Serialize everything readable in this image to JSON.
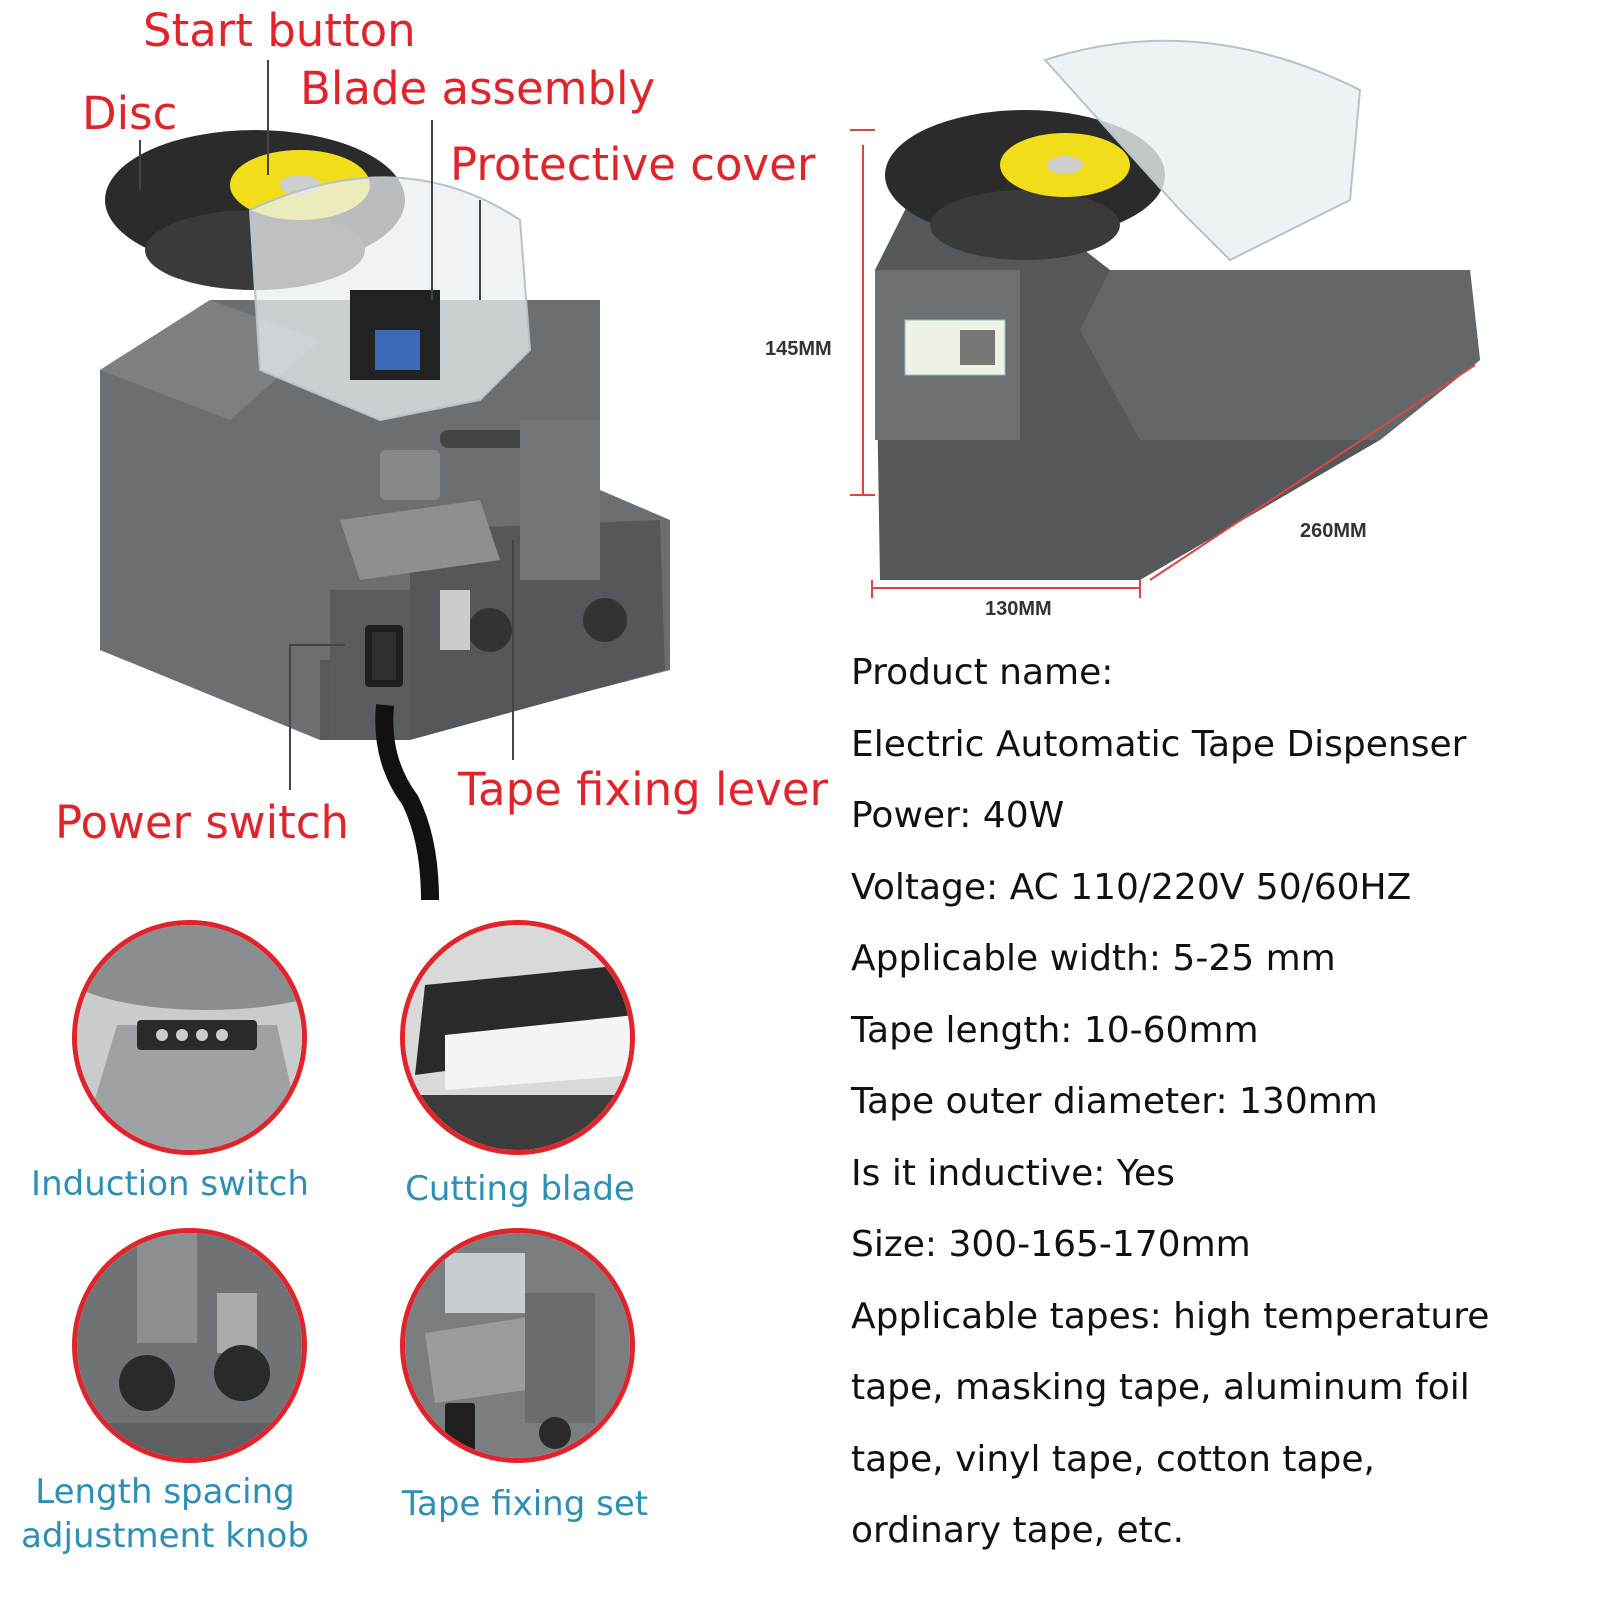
{
  "callouts": {
    "start_button": "Start button",
    "blade_assembly": "Blade assembly",
    "disc": "Disc",
    "protective_cover": "Protective cover",
    "tape_fixing_lever": "Tape fixing lever",
    "power_switch": "Power switch"
  },
  "dimensions": {
    "height": "145MM",
    "depth": "260MM",
    "width": "130MM"
  },
  "details": [
    {
      "label": "Induction switch"
    },
    {
      "label": "Cutting blade"
    },
    {
      "label": "Length spacing\nadjustment knob"
    },
    {
      "label": "Tape fixing set"
    }
  ],
  "specs": [
    "Product name:",
    "Electric Automatic Tape Dispenser",
    "Power: 40W",
    "Voltage: AC 110/220V 50/60HZ",
    "Applicable width: 5-25 mm",
    "Tape length: 10-60mm",
    "Tape outer diameter: 130mm",
    "Is it inductive: Yes",
    "Size: 300-165-170mm",
    "Applicable tapes: high temperature",
    "tape, masking tape, aluminum foil",
    "tape, vinyl tape, cotton tape,",
    "ordinary tape, etc."
  ],
  "colors": {
    "callout_red": "#e0242b",
    "detail_blue": "#2e8fb5",
    "machine_gray": "#6b6f72",
    "machine_dark": "#4a4d50"
  }
}
